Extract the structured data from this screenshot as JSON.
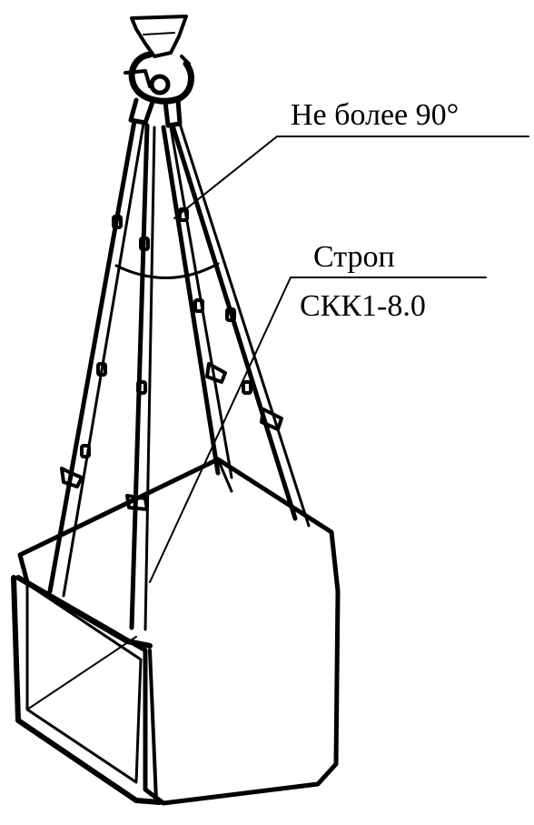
{
  "labels": {
    "angle": "Не более 90°",
    "sling_name": "Строп",
    "sling_model": "СКК1-8.0"
  },
  "colors": {
    "line": "#000000",
    "background": "#ffffff"
  }
}
